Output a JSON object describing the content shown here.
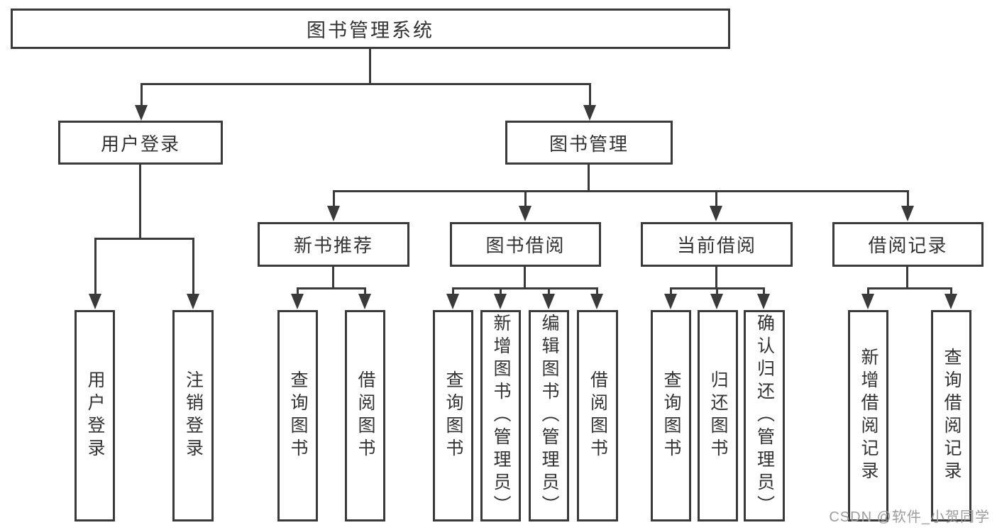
{
  "root": {
    "label": "图书管理系统"
  },
  "branches": {
    "user_login": {
      "label": "用户登录",
      "children": [
        {
          "label": "用户登录"
        },
        {
          "label": "注销登录"
        }
      ]
    },
    "book_mgmt": {
      "label": "图书管理",
      "children": [
        {
          "label": "新书推荐",
          "children": [
            {
              "label": "查询图书"
            },
            {
              "label": "借阅图书"
            }
          ]
        },
        {
          "label": "图书借阅",
          "children": [
            {
              "label": "查询图书"
            },
            {
              "label": "新增图书（管理员）"
            },
            {
              "label": "编辑图书（管理员）"
            },
            {
              "label": "借阅图书"
            }
          ]
        },
        {
          "label": "当前借阅",
          "children": [
            {
              "label": "查询图书"
            },
            {
              "label": "归还图书"
            },
            {
              "label": "确认归还（管理员）"
            }
          ]
        },
        {
          "label": "借阅记录",
          "children": [
            {
              "label": "新增借阅记录"
            },
            {
              "label": "查询借阅记录"
            }
          ]
        }
      ]
    }
  },
  "watermark": "CSDN @软件_小贺同学",
  "colors": {
    "line": "#3a3a3a",
    "text": "#333333",
    "watermark": "#9c9c9c",
    "background": "#ffffff"
  }
}
